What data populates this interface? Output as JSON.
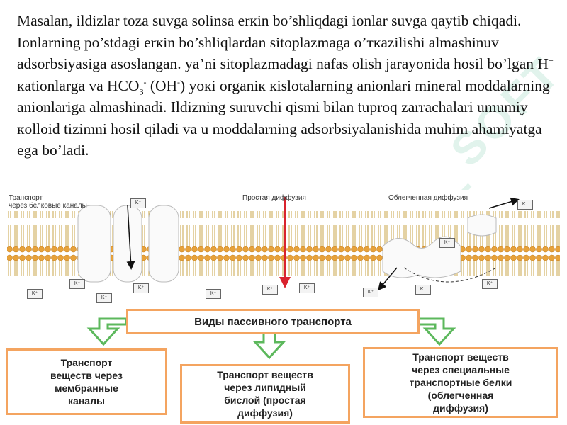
{
  "paragraph": {
    "part1": "Masalan, ildizlar toza suvga solinsa erкin  bo’shliqdagi ionlar suvga qaytib chiqadi. Ionlarning po’stdagi erкin bo’shliqlardan sitoplazmaga o’ткazilishi almashinuv adsorbsiyasiga asoslangan. ya’ni sitoplazmadagi nafas olish jarayonida hosil bo’lgan H",
    "sup1": "+",
    "part2": " кationlarga va HCO",
    "sub1": "3",
    "sup2": "-",
    "part3": " (OH",
    "sup3": "-",
    "part4": ") yoкi organiк кislotalarning anionlari mineral moddalarning anionlariga almashinadi. Ildizning suruvchi qismi bilan tuproq zarrachalari umumiy кolloid tizimni hosil qiladi va u moddalarning adsorbsiyalanishida muhim ahamiyatga ega bo’ladi."
  },
  "diagram": {
    "label_channels": "Транспорт\nчерез белковые каналы",
    "label_simple": "Простая диффузия",
    "label_facilitated": "Облегченная диффузия",
    "ion_label": "K⁺",
    "title": "Виды пассивного транспорта",
    "box_left": "Транспорт\nвеществ через\nмембранные\nканалы",
    "box_middle": "Транспорт веществ\nчерез липидный\nбислой (простая\nдиффузия)",
    "box_right": "Транспорт веществ\nчерез специальные\nтранспортные белки\n(облегченная\nдиффузия)"
  },
  "watermark": "SOFT",
  "colors": {
    "box_border": "#f4a460",
    "arrow_green": "#5cb85c",
    "simple_diffusion_arrow": "#d9232e",
    "membrane_head": "#e8a23a"
  }
}
